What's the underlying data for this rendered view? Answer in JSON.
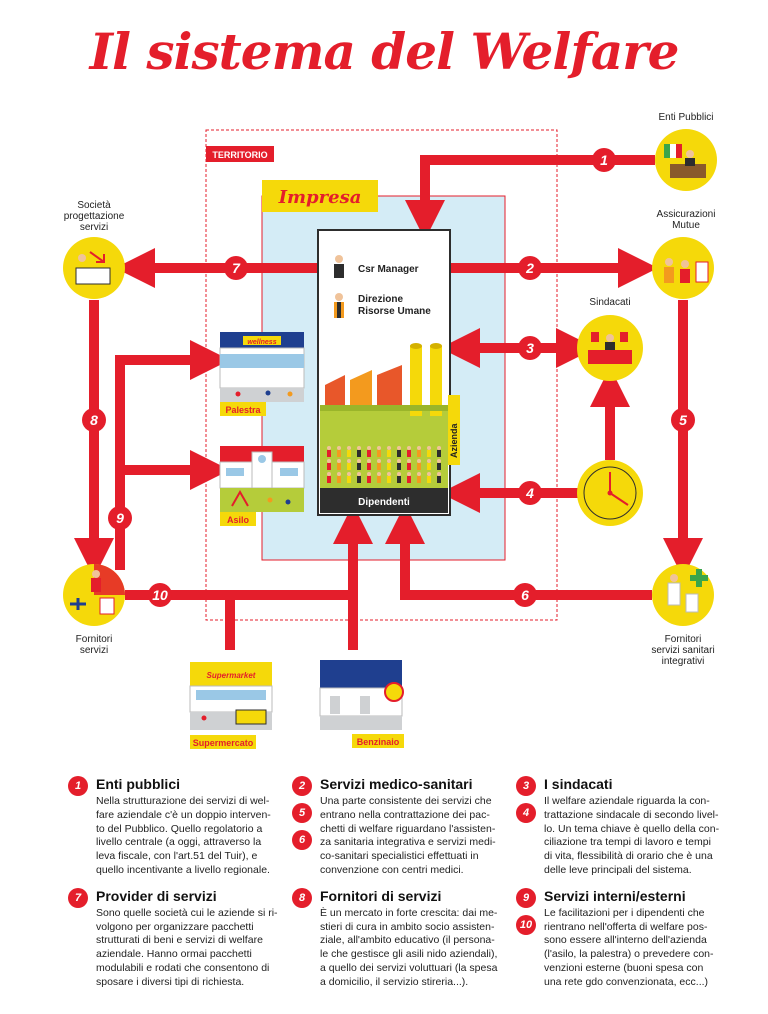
{
  "title": "Il sistema del Welfare",
  "labels": {
    "territorio": "TERRITORIO",
    "impresa": "Impresa",
    "csr_manager": "Csr Manager",
    "direzione_line1": "Direzione",
    "direzione_line2": "Risorse Umane",
    "azienda": "Azienda",
    "dipendenti": "Dipendenti",
    "palestra": "Palestra",
    "wellness": "wellness",
    "asilo": "Asilo",
    "supermercato": "Supermercato",
    "supermarket": "Supermarket",
    "benzinaio": "Benzinaio",
    "enti_pubblici": "Enti Pubblici",
    "assicurazioni_line1": "Assicurazioni",
    "assicurazioni_line2": "Mutue",
    "sindacati": "Sindacati",
    "societa_line1": "Società",
    "societa_line2": "progettazione",
    "societa_line3": "servizi",
    "fornitori_servizi_line1": "Fornitori",
    "fornitori_servizi_line2": "servizi",
    "fornitori_sanitari_line1": "Fornitori",
    "fornitori_sanitari_line2": "servizi sanitari",
    "fornitori_sanitari_line3": "integrativi"
  },
  "arrows": [
    "1",
    "2",
    "3",
    "4",
    "5",
    "6",
    "7",
    "8",
    "9",
    "10"
  ],
  "legend": {
    "col1": [
      {
        "nums": [
          "1"
        ],
        "title": "Enti pubblici",
        "lines": [
          "Nella strutturazione dei servizi di wel-",
          "fare aziendale c'è un doppio interven-",
          "to del Pubblico. Quello regolatorio a",
          "livello centrale (a oggi, attraverso la",
          "leva fiscale, con l'art.51 del Tuir), e",
          "quello incentivante a livello regionale."
        ]
      },
      {
        "nums": [
          "7"
        ],
        "title": "Provider di servizi",
        "lines": [
          "Sono quelle società cui le aziende si ri-",
          "volgono per organizzare pacchetti",
          "strutturati di beni e servizi di welfare",
          "aziendale. Hanno ormai pacchetti",
          "modulabili e rodati che consentono di",
          "sposare i diversi tipi di richiesta."
        ]
      }
    ],
    "col2": [
      {
        "nums": [
          "2",
          "5",
          "6"
        ],
        "title": "Servizi medico-sanitari",
        "lines": [
          "Una parte consistente dei servizi che",
          "entrano nella contrattazione dei pac-",
          "chetti di welfare riguardano l'assisten-",
          "za sanitaria integrativa e servizi medi-",
          "co-sanitari specialistici effettuati in",
          "convenzione con centri medici."
        ]
      },
      {
        "nums": [
          "8"
        ],
        "title": "Fornitori di servizi",
        "lines": [
          "È un mercato in forte crescita: dai me-",
          "stieri di cura in ambito socio assisten-",
          "ziale, all'ambito educativo (il persona-",
          "le che gestisce gli asili nido aziendali),",
          "a quello dei servizi voluttuari (la spesa",
          "a domicilio, il servizio stireria...)."
        ]
      }
    ],
    "col3": [
      {
        "nums": [
          "3",
          "4"
        ],
        "title": "I sindacati",
        "lines": [
          "Il welfare aziendale riguarda la con-",
          "trattazione sindacale di secondo livel-",
          "lo. Un tema chiave è quello della con-",
          "ciliazione tra tempi di lavoro e tempi",
          "di vita, flessibilità di orario che è una",
          "delle leve principali del sistema."
        ]
      },
      {
        "nums": [
          "9",
          "10"
        ],
        "title": "Servizi interni/esterni",
        "lines": [
          "Le facilitazioni per i dipendenti che",
          "rientrano nell'offerta di welfare pos-",
          "sono essere all'interno dell'azienda",
          "(l'asilo, la palestra) o prevedere con-",
          "venzioni esterne (buoni spesa con",
          "una rete gdo convenzionata, ecc...)"
        ]
      }
    ]
  },
  "colors": {
    "red": "#e41e2b",
    "yellow": "#f5d90a",
    "lightblue": "#d4ecf6",
    "green": "#b5cc3a",
    "dark": "#2d2d2d"
  }
}
